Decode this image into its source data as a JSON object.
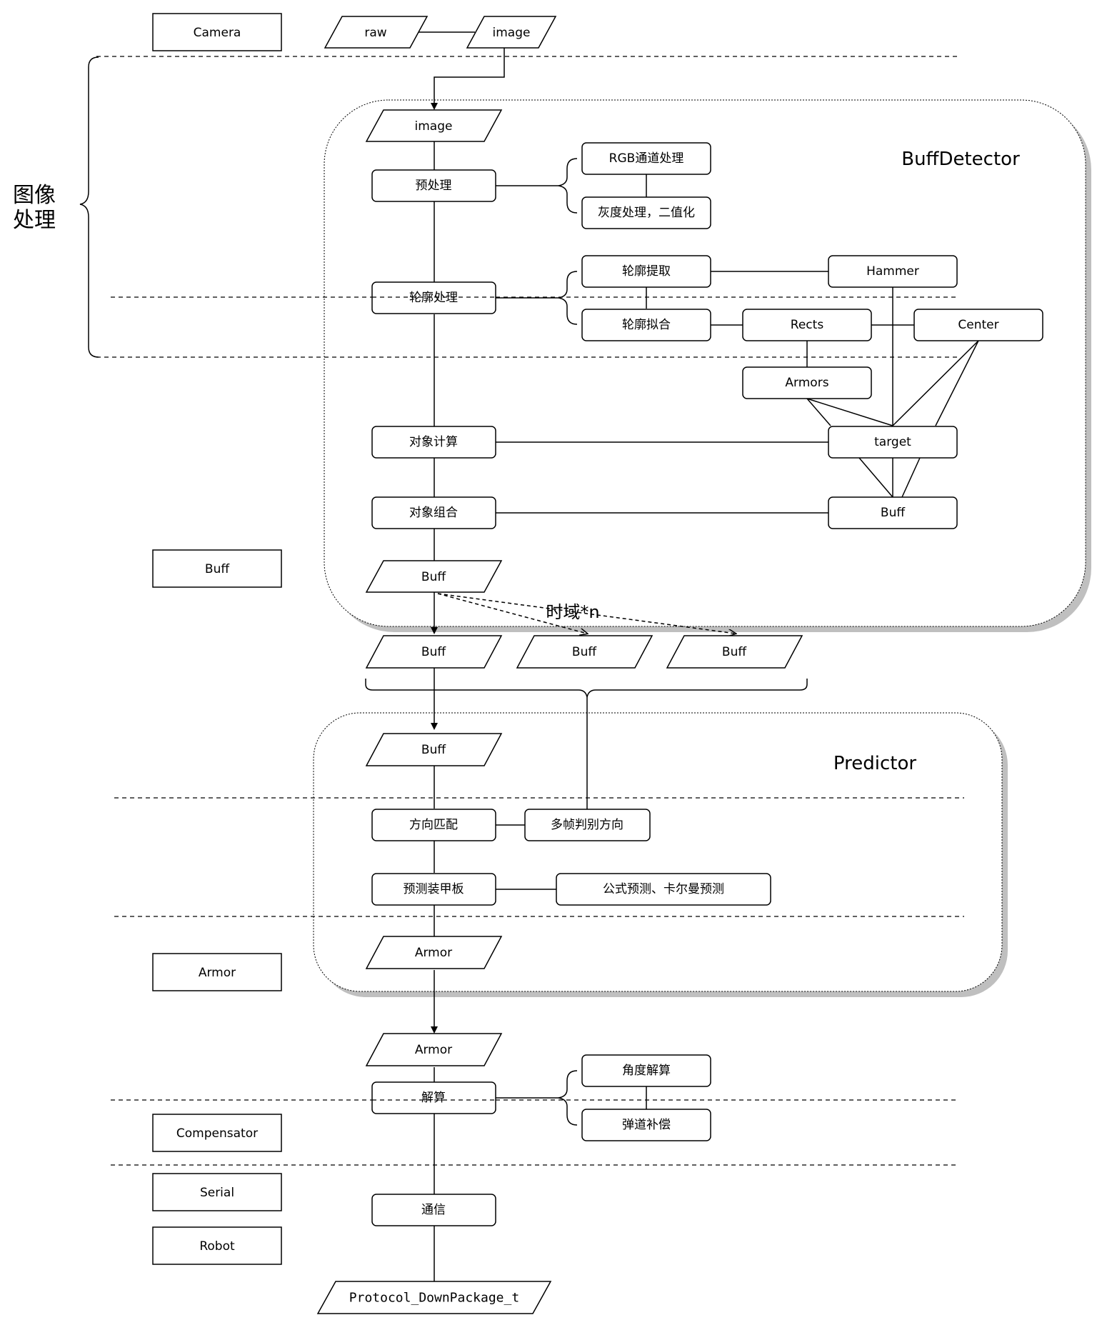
{
  "colors": {
    "stroke": "#000000",
    "background": "#ffffff",
    "shadow": "#bfbfbf"
  },
  "labels": {
    "camera": "Camera",
    "raw": "raw",
    "image_top": "image",
    "side_image_processing": [
      "图像",
      "处理"
    ],
    "buffdetector_title": "BuffDetector",
    "image_in": "image",
    "preprocess": "预处理",
    "rgb": "RGB通道处理",
    "gray": "灰度处理，二值化",
    "contour_proc": "轮廓处理",
    "contour_extract": "轮廓提取",
    "contour_fit": "轮廓拟合",
    "hammer": "Hammer",
    "rects": "Rects",
    "center": "Center",
    "armors": "Armors",
    "obj_calc": "对象计算",
    "target": "target",
    "obj_group": "对象组合",
    "buff_inner": "Buff",
    "buff_out": "Buff",
    "time_domain": "时域*n",
    "buff1": "Buff",
    "buff2": "Buff",
    "buff3": "Buff",
    "predictor_title": "Predictor",
    "buff_pred_in": "Buff",
    "direction_match": "方向匹配",
    "multi_frame": "多帧判别方向",
    "predict_armor": "预测装甲板",
    "formula_kalman": "公式预测、卡尔曼预测",
    "armor_pred_out": "Armor",
    "armor_in": "Armor",
    "solve": "解算",
    "angle_solve": "角度解算",
    "ballistic": "弹道补偿",
    "comm": "通信",
    "protocol": "Protocol_DownPackage_t",
    "side_buff": "Buff",
    "side_armor": "Armor",
    "side_compensator": "Compensator",
    "side_serial": "Serial",
    "side_robot": "Robot"
  }
}
